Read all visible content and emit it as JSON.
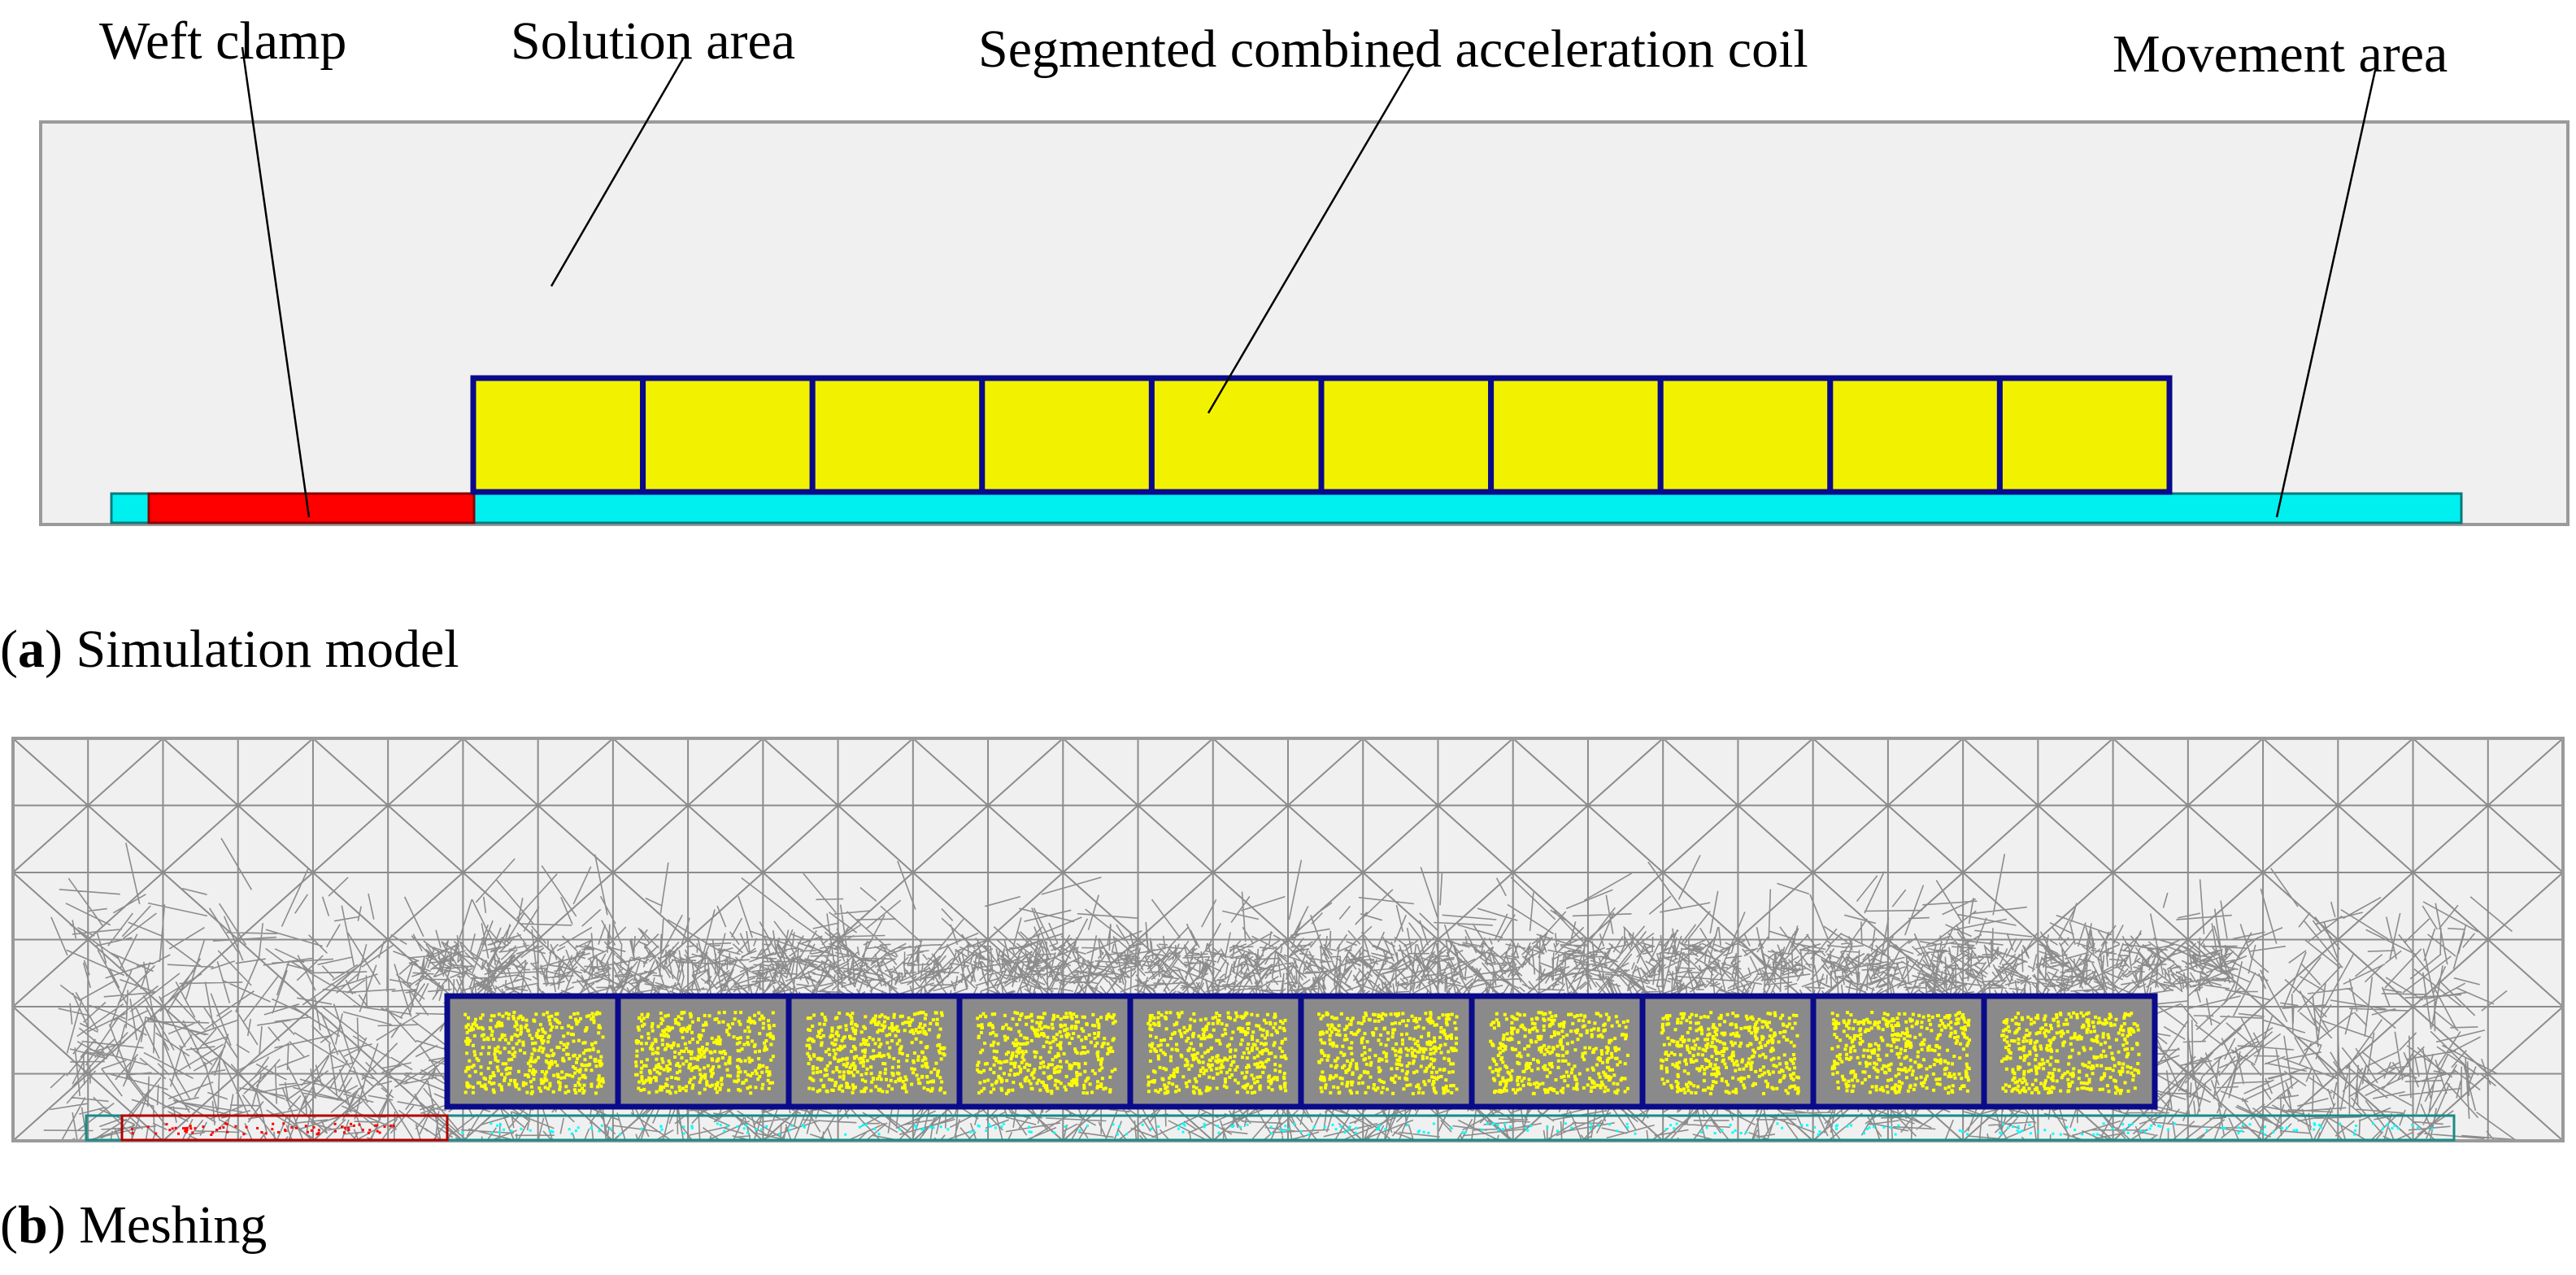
{
  "panel_a": {
    "labels": {
      "weft_clamp": "Weft clamp",
      "solution_area": "Solution area",
      "coil": "Segmented combined acceleration coil",
      "movement_area": "Movement area"
    },
    "caption": {
      "open": "(",
      "letter": "a",
      "close": ")",
      "text": " Simulation model"
    }
  },
  "panel_b": {
    "caption": {
      "open": "(",
      "letter": "b",
      "close": ")",
      "text": " Meshing"
    }
  },
  "colors": {
    "solution_area_fill": "#f0f0f0",
    "border": "#9a9a9a",
    "coil_fill": "#f2f200",
    "coil_border": "#0a0a8a",
    "weft_clamp_fill": "#ff0000",
    "movement_area_fill": "#00f0f0",
    "mesh_line": "#8c8c8c",
    "mesh_bg": "#f0f0f0",
    "mesh_dot_yellow": "#ffff00",
    "mesh_dot_cyan": "#00ffff",
    "mesh_dot_red": "#ff0000",
    "clamp_outline_b": "#b00000",
    "movement_outline_b": "#1a8a8a"
  },
  "coil_segments": 10
}
